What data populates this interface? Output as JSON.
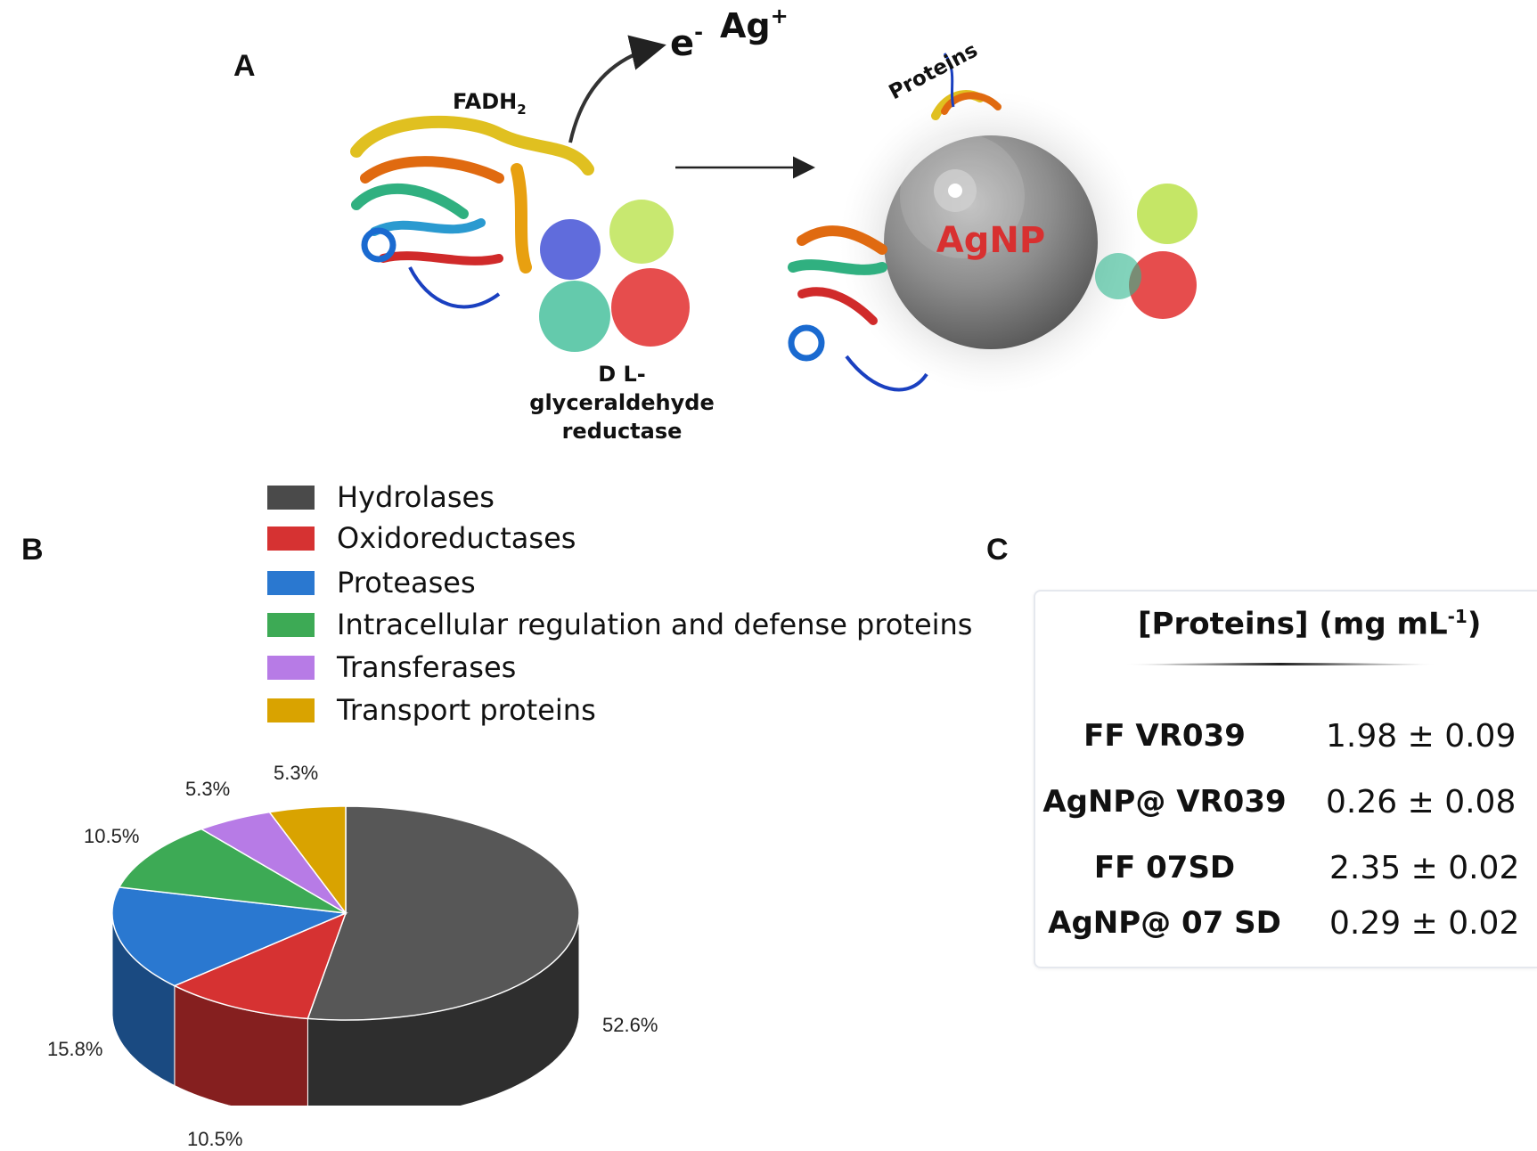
{
  "panel_a": {
    "letter": "A",
    "electron_label": "e",
    "electron_charge": "-",
    "ion_label": "Ag",
    "ion_charge": "+",
    "cofactor_prefix": "FADH",
    "cofactor_subscript": "2",
    "enzyme_label_line1": "D L-",
    "enzyme_label_line2": "glyceraldehyde",
    "enzyme_label_line3": "reductase",
    "proteins_label": "Proteins",
    "nanoparticle_label": "AgNP"
  },
  "panel_b": {
    "letter": "B",
    "legend": [
      {
        "label": "Hydrolases",
        "color": "#4a4a4a"
      },
      {
        "label": "Oxidoreductases",
        "color": "#d63232"
      },
      {
        "label": "Proteases",
        "color": "#2a78d0"
      },
      {
        "label": "Intracellular regulation and defense proteins",
        "color": "#3daa55"
      },
      {
        "label": "Transferases",
        "color": "#b77be6"
      },
      {
        "label": "Transport proteins",
        "color": "#d9a300"
      }
    ]
  },
  "chart_data": {
    "type": "pie",
    "title": "",
    "slices": [
      {
        "label": "Hydrolases",
        "value": 52.6,
        "display": "52.6%"
      },
      {
        "label": "Oxidoreductases",
        "value": 10.5,
        "display": "10.5%"
      },
      {
        "label": "Proteases",
        "value": 15.8,
        "display": "15.8%"
      },
      {
        "label": "Intracellular regulation and defense proteins",
        "value": 10.5,
        "display": "10.5%"
      },
      {
        "label": "Transferases",
        "value": 5.3,
        "display": "5.3%"
      },
      {
        "label": "Transport proteins",
        "value": 5.3,
        "display": "5.3%"
      }
    ],
    "style": "3d",
    "legend_position": "top"
  },
  "panel_c": {
    "letter": "C",
    "header_prefix": "[Proteins] (mg mL",
    "header_sup": "-1",
    "header_suffix": ")",
    "rows": [
      {
        "sample": "FF VR039",
        "value": "1.98 ± 0.09"
      },
      {
        "sample": "AgNP@ VR039",
        "value": "0.26 ± 0.08"
      },
      {
        "sample": "FF 07SD",
        "value": "2.35 ± 0.02"
      },
      {
        "sample": "AgNP@ 07 SD",
        "value": "0.29 ± 0.02"
      }
    ]
  }
}
